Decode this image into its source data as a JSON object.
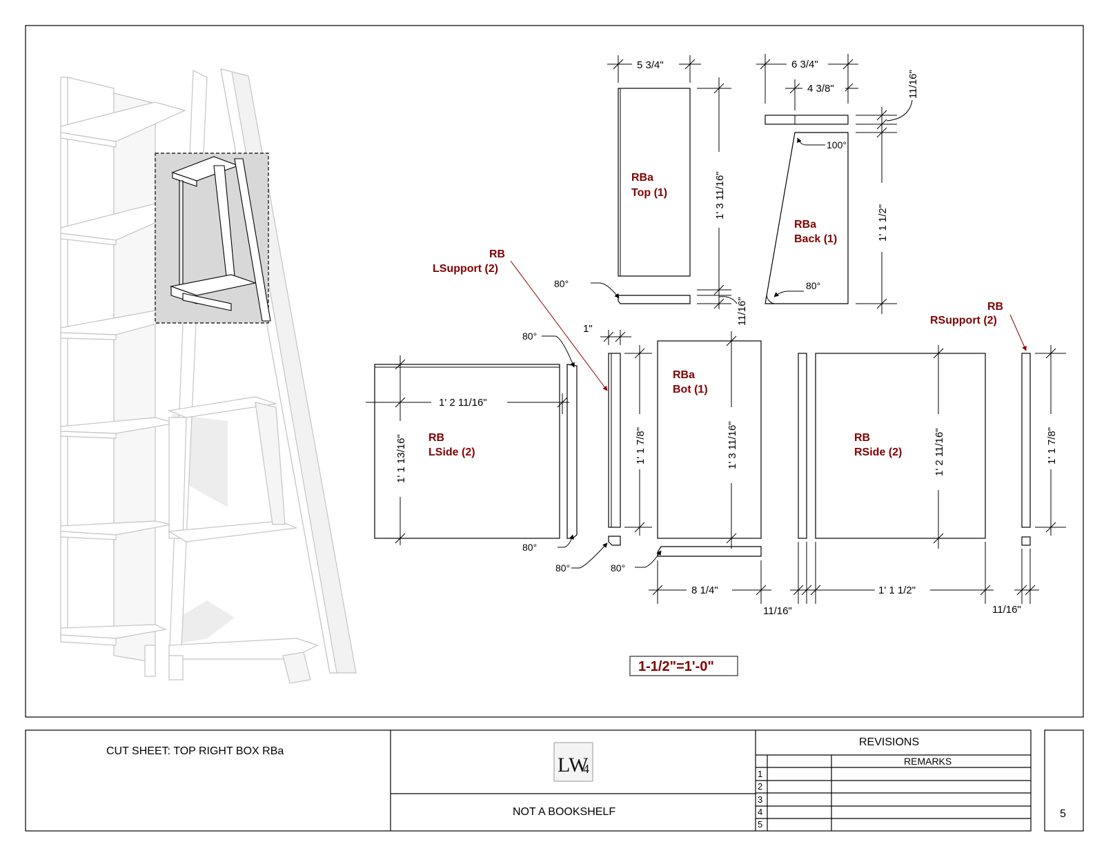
{
  "parts": {
    "rba_top": [
      "RBa",
      "Top (1)"
    ],
    "rba_back": [
      "RBa",
      "Back (1)"
    ],
    "rba_bot": [
      "RBa",
      "Bot (1)"
    ],
    "rb_lside": [
      "RB",
      "LSide (2)"
    ],
    "rb_rside": [
      "RB",
      "RSide (2)"
    ],
    "rb_lsupport": [
      "RB",
      "LSupport (2)"
    ],
    "rb_rsupport": [
      "RB",
      "RSupport (2)"
    ]
  },
  "dimensions": {
    "top_width": "5 3/4\"",
    "top_length": "1' 3 11/16\"",
    "top_thick": "11/16\"",
    "back_width": "6 3/4\"",
    "back_inner": "4 3/8\"",
    "back_thick": "11/16\"",
    "back_height": "1' 1 1/2\"",
    "lside_width": "1' 2 11/16\"",
    "lside_height": "1' 1 13/16\"",
    "lsupport_gap": "1\"",
    "lsupport_height": "1' 1 7/8\"",
    "bot_length": "1' 3 11/16\"",
    "bot_width": "8 1/4\"",
    "rside_height": "1' 2 11/16\"",
    "rside_width": "1' 1 1/2\"",
    "rside_thick": "11/16\"",
    "rsupport_height": "1' 1 7/8\"",
    "rsupport_thick": "11/16\""
  },
  "angles": {
    "a100": "100°",
    "a80": "80°"
  },
  "scale": "1-1/2\"=1'-0\"",
  "title_block": {
    "sheet_title": "CUT SHEET: TOP RIGHT BOX RBa",
    "project": "NOT A BOOKSHELF",
    "revisions_header": "REVISIONS",
    "remarks_header": "REMARKS",
    "rows": [
      "1",
      "2",
      "3",
      "4",
      "5"
    ],
    "page_number": "5",
    "logo": "LW4"
  },
  "colors": {
    "label": "#800000",
    "leader": "#8b0000",
    "line": "#000000",
    "sketch": "#c8c8c8"
  }
}
